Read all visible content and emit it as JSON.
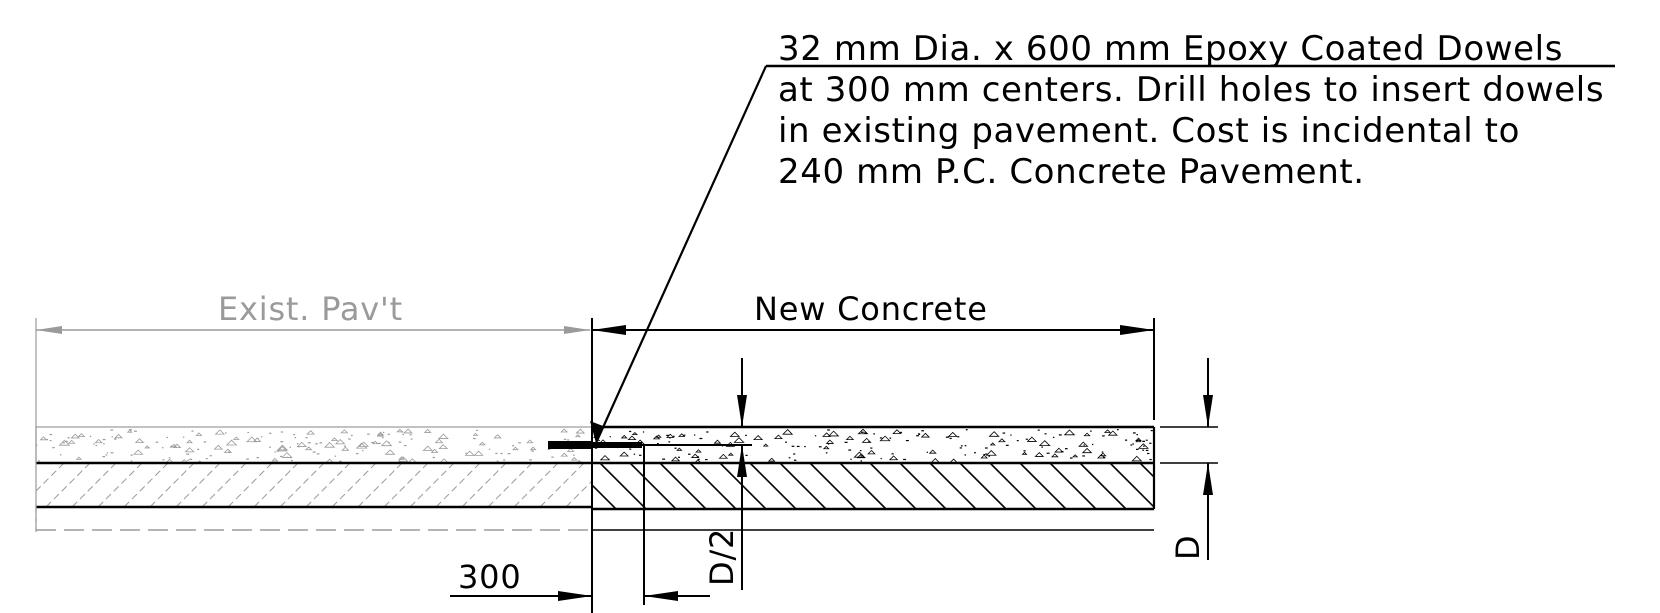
{
  "note": {
    "lines": [
      "32 mm Dia. x 600 mm Epoxy Coated Dowels",
      "at 300 mm centers. Drill holes to insert dowels",
      "in existing pavement. Cost is incidental to",
      "240 mm P.C. Concrete Pavement."
    ]
  },
  "labels": {
    "existing_pavement": "Exist. Pav't",
    "new_concrete": "New Concrete",
    "dim_300": "300",
    "dim_half_depth": "D/2",
    "dim_depth": "D"
  },
  "colors": {
    "line": "#000000",
    "existing": "#9a9a9a"
  }
}
